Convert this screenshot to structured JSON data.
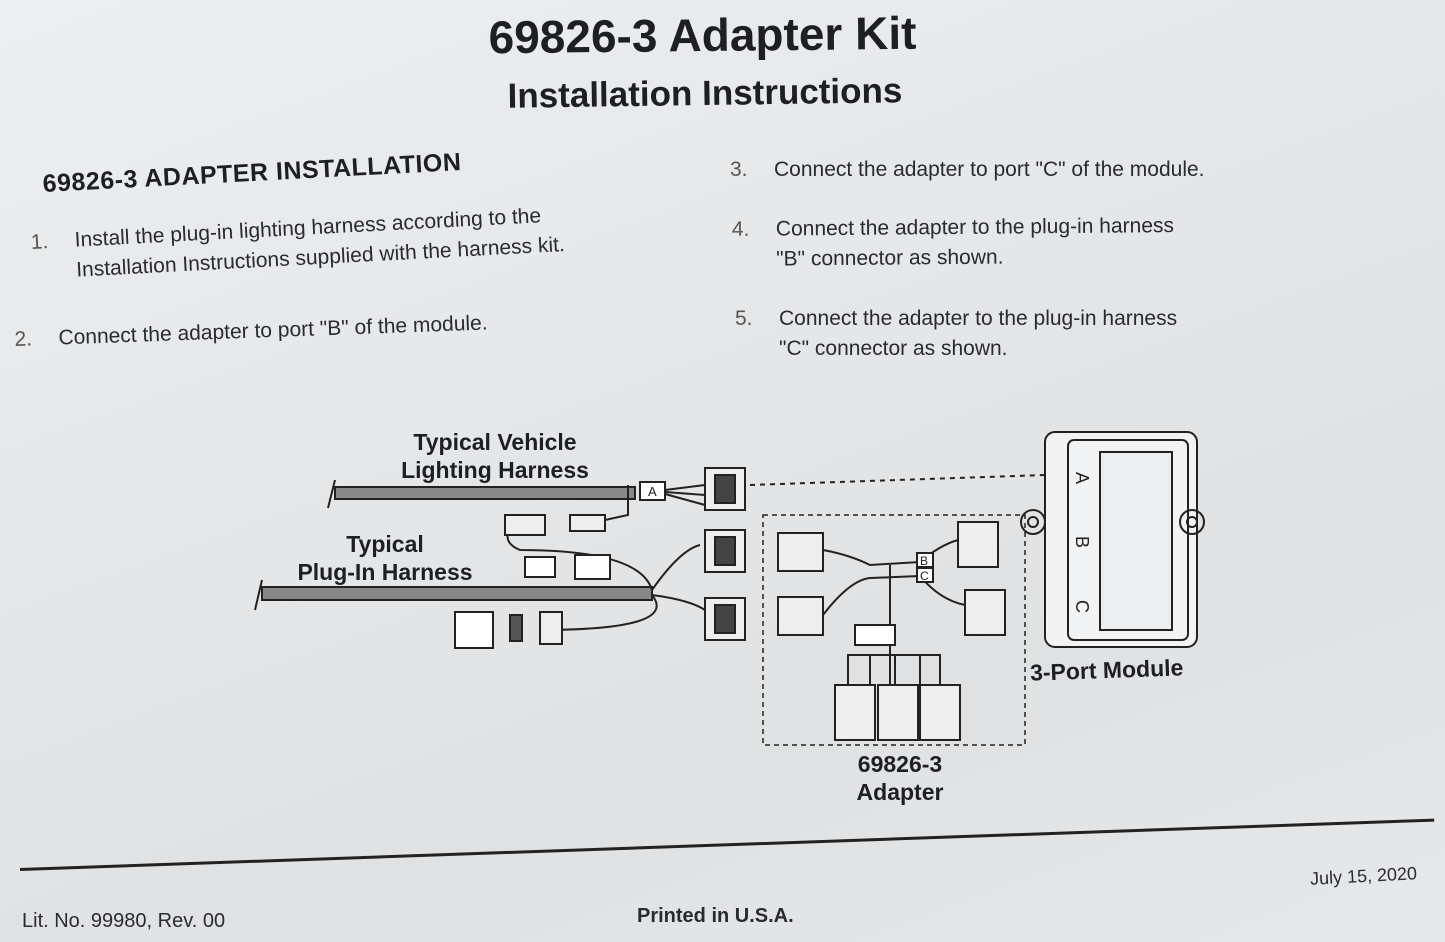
{
  "header": {
    "title": "69826-3 Adapter Kit",
    "subtitle": "Installation Instructions"
  },
  "section_heading": "69826-3 ADAPTER INSTALLATION",
  "steps": [
    {
      "num": "1.",
      "lines": [
        "Install the plug-in lighting harness according to the",
        "Installation Instructions supplied with the harness kit."
      ]
    },
    {
      "num": "2.",
      "lines": [
        "Connect the adapter to port \"B\" of the module."
      ]
    },
    {
      "num": "3.",
      "lines": [
        "Connect the adapter to port \"C\" of the module."
      ]
    },
    {
      "num": "4.",
      "lines": [
        "Connect the adapter to the plug-in harness",
        "\"B\" connector as shown."
      ]
    },
    {
      "num": "5.",
      "lines": [
        "Connect the adapter to the plug-in harness",
        "\"C\" connector as shown."
      ]
    }
  ],
  "diagram": {
    "vehicle_harness_label": [
      "Typical Vehicle",
      "Lighting Harness"
    ],
    "plugin_harness_label": [
      "Typical",
      "Plug-In Harness"
    ],
    "adapter_label": [
      "69826-3",
      "Adapter"
    ],
    "module_label": "3-Port Module",
    "port_labels": [
      "A",
      "B",
      "C"
    ],
    "connector_tags": [
      "A",
      "B",
      "C"
    ]
  },
  "footer": {
    "lit_no": "Lit. No. 99980, Rev. 00",
    "printed": "Printed in U.S.A.",
    "date": "July 15, 2020"
  }
}
